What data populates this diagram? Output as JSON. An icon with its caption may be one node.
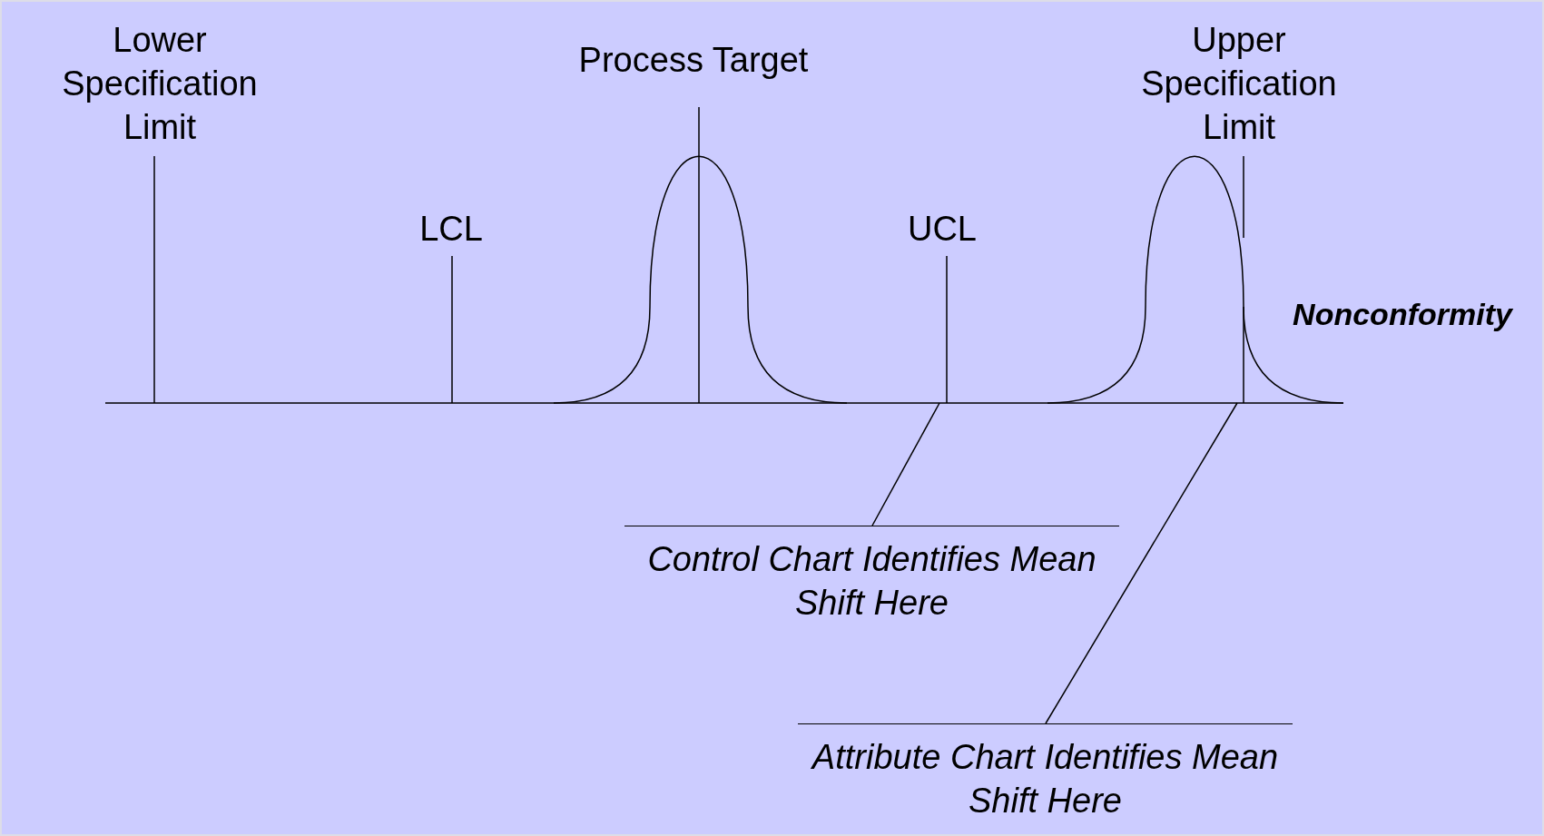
{
  "diagram": {
    "nodes": [
      {
        "text": [
          "Control Chart Identifies Mean Shift Here"
        ]
      },
      {
        "text": [
          "Attribute Chart Identifies Mean Shift Here"
        ]
      }
    ],
    "edges": [
      {
        "from": 0,
        "to": null,
        "arrow": "none"
      },
      {
        "from": 1,
        "to": null,
        "arrow": "none"
      }
    ],
    "labels": [
      "Lower Specification Limit",
      "Process Target",
      "Upper Specification Limit",
      "LCL",
      "UCL",
      "Nonconformity"
    ]
  }
}
